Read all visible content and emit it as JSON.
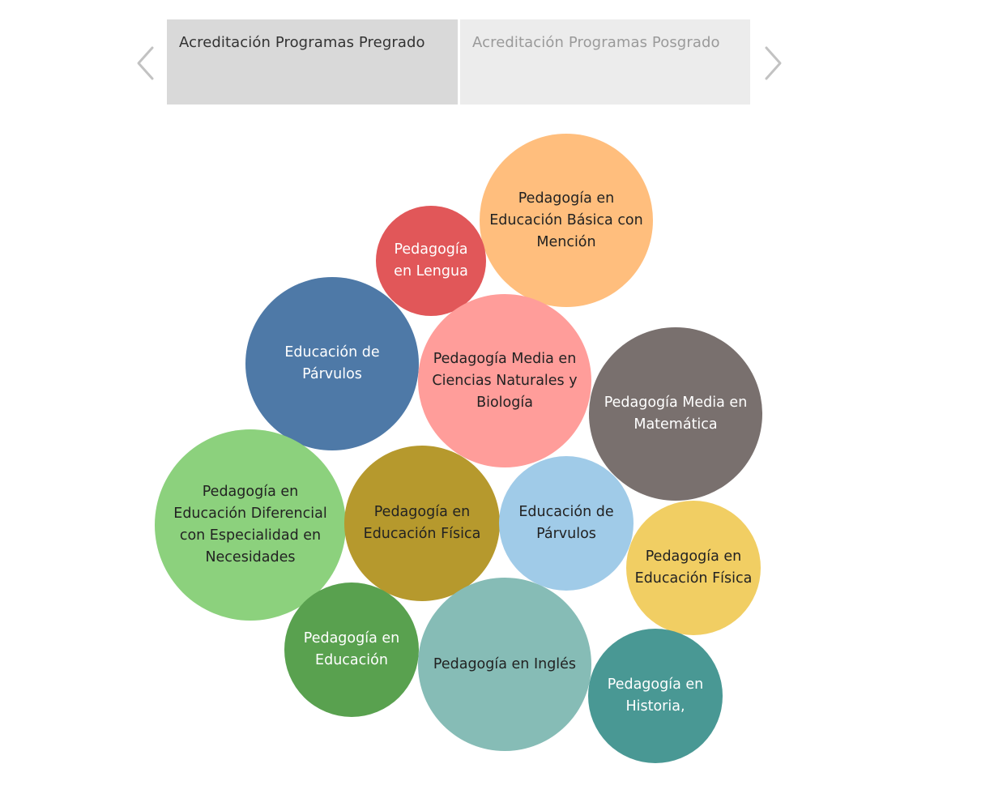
{
  "tabs": [
    {
      "label": "Acreditación Programas Pregrado",
      "selected": true
    },
    {
      "label": "Acreditación Programas Posgrado",
      "selected": false
    }
  ],
  "nav": {
    "prev_icon": "chevron-left-icon",
    "next_icon": "chevron-right-icon",
    "arrow_color": "#c2c2c2"
  },
  "bubbles": [
    {
      "label": "Pedagogía en\nEducación Básica con\nMención",
      "color": "#ffbe7d",
      "text_color": "#222222"
    },
    {
      "label": "Pedagogía\nen Lengua",
      "color": "#e15759",
      "text_color": "#ffffff"
    },
    {
      "label": "Educación de\nPárvulos",
      "color": "#4e79a7",
      "text_color": "#ffffff"
    },
    {
      "label": "Pedagogía Media en\nCiencias Naturales y\nBiología",
      "color": "#ff9d9a",
      "text_color": "#222222"
    },
    {
      "label": "Pedagogía Media en\nMatemática",
      "color": "#79706e",
      "text_color": "#ffffff"
    },
    {
      "label": "Pedagogía en\nEducación Diferencial\ncon Especialidad en\nNecesidades",
      "color": "#8cd17d",
      "text_color": "#222222"
    },
    {
      "label": "Pedagogía en\nEducación Física",
      "color": "#b6992d",
      "text_color": "#222222"
    },
    {
      "label": "Educación de\nPárvulos",
      "color": "#a0cbe8",
      "text_color": "#222222"
    },
    {
      "label": "Pedagogía en\nEducación Física",
      "color": "#f1ce63",
      "text_color": "#222222"
    },
    {
      "label": "Pedagogía en\nEducación",
      "color": "#59a14f",
      "text_color": "#ffffff"
    },
    {
      "label": "Pedagogía en Inglés",
      "color": "#86bcb6",
      "text_color": "#222222"
    },
    {
      "label": "Pedagogía en\nHistoria,",
      "color": "#499894",
      "text_color": "#ffffff"
    }
  ]
}
